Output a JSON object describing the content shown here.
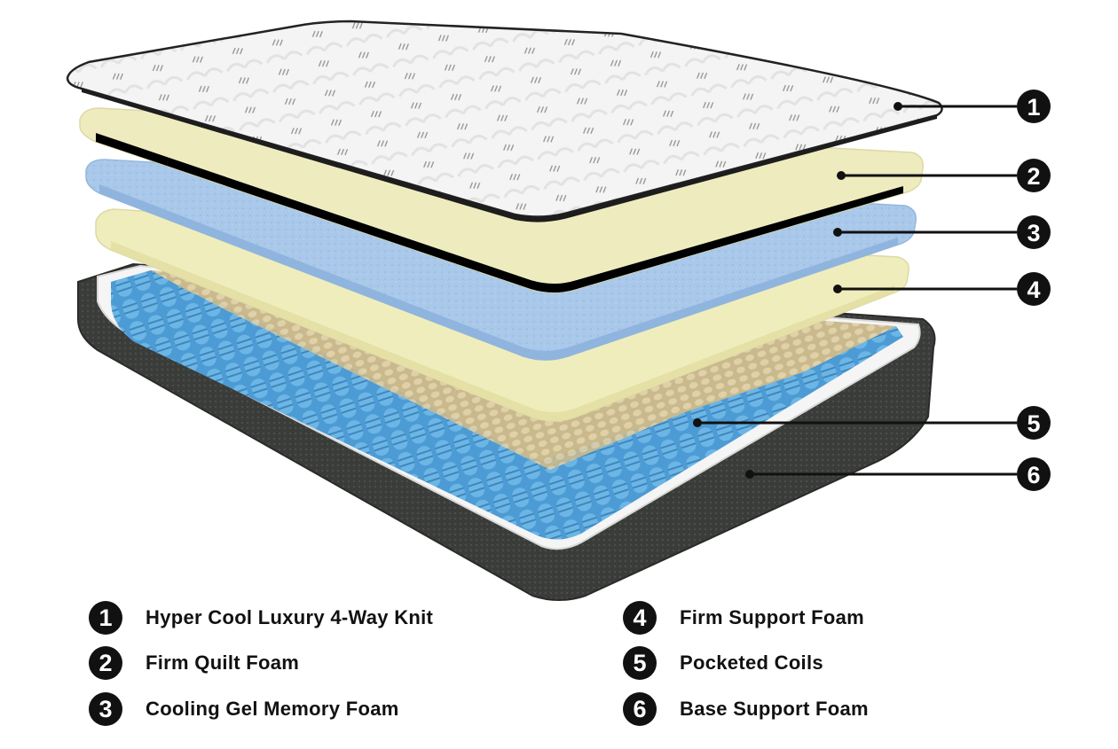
{
  "layers": [
    {
      "number": "1",
      "label": "Hyper Cool Luxury 4-Way Knit"
    },
    {
      "number": "2",
      "label": "Firm Quilt Foam"
    },
    {
      "number": "3",
      "label": "Cooling Gel Memory Foam"
    },
    {
      "number": "4",
      "label": "Firm Support Foam"
    },
    {
      "number": "5",
      "label": "Pocketed Coils"
    },
    {
      "number": "6",
      "label": "Base Support Foam"
    }
  ],
  "colors": {
    "knit_top": "#f2f2f2",
    "knit_pattern": "#9a9a9a",
    "quilt_foam": "#efedbf",
    "gel_foam": "#a9c8ea",
    "support_foam": "#f1eebe",
    "coils": "#5aa7dd",
    "coil_tan": "#d5c49d",
    "base_foam": "#f4f4f4",
    "border_fabric": "#3b3d3a",
    "badge": "#111111"
  }
}
